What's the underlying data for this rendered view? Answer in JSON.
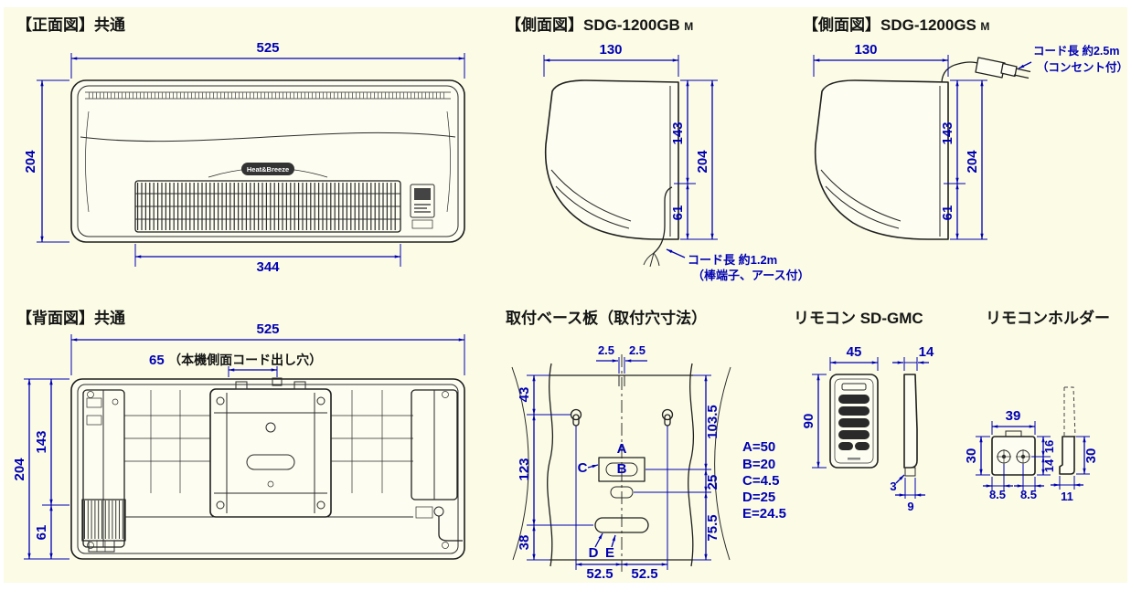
{
  "page": {
    "background": "#fbfbe6",
    "line_color": "#1f1f1f",
    "dimension_color": "#0000b4"
  },
  "front_view": {
    "title": "【正面図】共通",
    "logo": "Heat&Breeze",
    "dim_width": "525",
    "dim_height": "204",
    "dim_grille": "344"
  },
  "side_view_gb": {
    "title": "【側面図】SDG-1200GB",
    "title_suffix": "M",
    "dim_depth": "130",
    "dim_upper": "143",
    "dim_total": "204",
    "dim_lower": "61",
    "cord_note_line1": "コード長 約1.2m",
    "cord_note_line2": "（棒端子、アース付）"
  },
  "side_view_gs": {
    "title": "【側面図】SDG-1200GS",
    "title_suffix": "M",
    "dim_depth": "130",
    "dim_upper": "143",
    "dim_total": "204",
    "dim_lower": "61",
    "cord_note_line1": "コード長 約2.5m",
    "cord_note_line2": "（コンセント付）"
  },
  "rear_view": {
    "title": "【背面図】共通",
    "dim_width": "525",
    "dim_cord_hole_value": "65",
    "dim_cord_hole_label": "（本機側面コード出し穴）",
    "dim_total": "204",
    "dim_upper": "143",
    "dim_lower": "61"
  },
  "base_plate": {
    "title": "取付ベース板（取付穴寸法）",
    "dim_top_left": "2.5",
    "dim_top_right": "2.5",
    "dim_left_top": "43",
    "dim_left_mid": "123",
    "dim_left_bottom": "38",
    "dim_right_top": "103.5",
    "dim_right_mid": "25",
    "dim_right_bottom": "75.5",
    "label_a": "A",
    "label_b": "B",
    "label_c": "C",
    "label_d": "D",
    "label_e": "E",
    "dim_bottom_left": "52.5",
    "dim_bottom_right": "52.5",
    "legend": [
      "A=50",
      "B=20",
      "C=4.5",
      "D=25",
      "E=24.5"
    ]
  },
  "remote": {
    "title": "リモコン SD-GMC",
    "dim_width": "45",
    "dim_height": "90",
    "dim_depth": "14",
    "dim_step": "3",
    "dim_foot": "9"
  },
  "holder": {
    "title": "リモコンホルダー",
    "dim_width": "39",
    "dim_height": "30",
    "dim_right_top": "16",
    "dim_right_bottom": "14",
    "dim_hole_left": "8.5",
    "dim_hole_right": "8.5",
    "dim_side_depth": "11",
    "dim_side_height": "30"
  }
}
